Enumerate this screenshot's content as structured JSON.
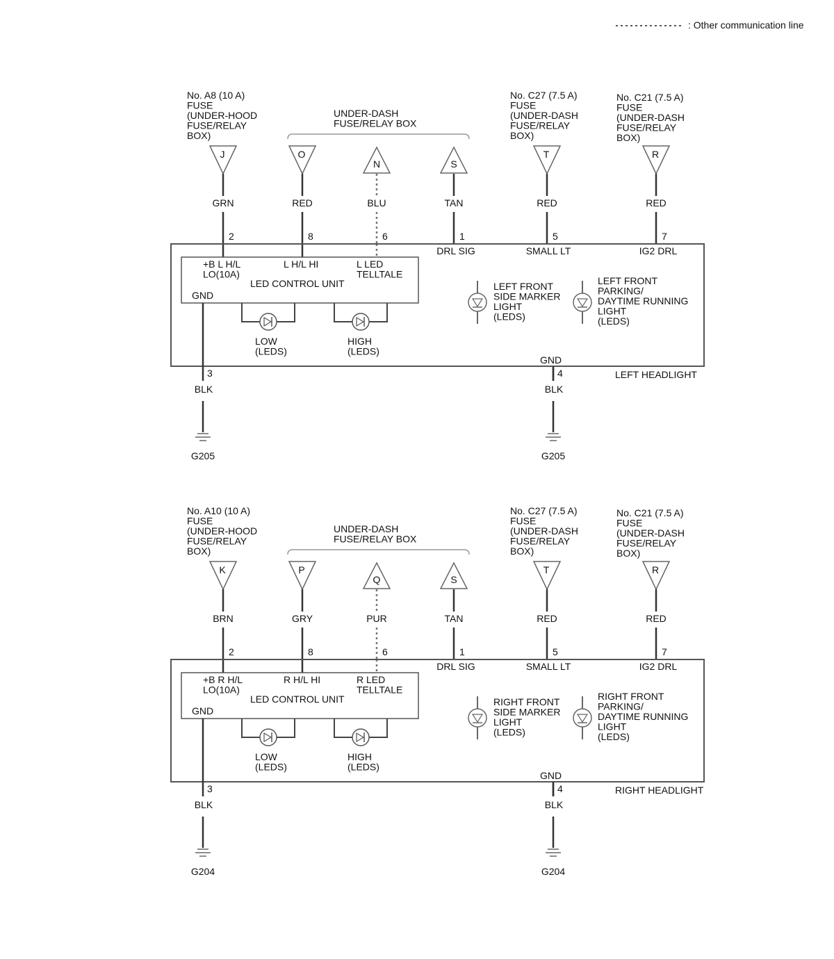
{
  "legend": {
    "dotted_line_label": ": Other communication line"
  },
  "circuits": [
    {
      "id": "left",
      "fuse_left_lines": [
        "No. A8 (10 A)",
        "FUSE",
        "(UNDER-HOOD",
        "FUSE/RELAY",
        "BOX)"
      ],
      "under_dash_lines": [
        "UNDER-DASH",
        "FUSE/RELAY BOX"
      ],
      "fuse_c27_lines": [
        "No. C27 (7.5 A)",
        "FUSE",
        "(UNDER-DASH",
        "FUSE/RELAY",
        "BOX)"
      ],
      "fuse_c21_lines": [
        "No. C21 (7.5 A)",
        "FUSE",
        "(UNDER-DASH",
        "FUSE/RELAY",
        "BOX)"
      ],
      "connectors": [
        {
          "letter": "J",
          "color": "GRN",
          "pin": "2",
          "dir": "down",
          "dotted": false
        },
        {
          "letter": "O",
          "color": "RED",
          "pin": "8",
          "dir": "down",
          "dotted": false
        },
        {
          "letter": "N",
          "color": "BLU",
          "pin": "6",
          "dir": "up",
          "dotted": true
        },
        {
          "letter": "S",
          "color": "TAN",
          "pin": "1",
          "dir": "up",
          "dotted": false
        },
        {
          "letter": "T",
          "color": "RED",
          "pin": "5",
          "dir": "down",
          "dotted": false
        },
        {
          "letter": "R",
          "color": "RED",
          "pin": "7",
          "dir": "down",
          "dotted": false
        }
      ],
      "terminal_labels": {
        "drl_sig": "DRL SIG",
        "small_lt": "SMALL LT",
        "ig2_drl": "IG2 DRL"
      },
      "control_unit": {
        "pin_b_lines": [
          "+B L H/L",
          "LO(10A)"
        ],
        "pin_hi": "L H/L HI",
        "pin_telltale_lines": [
          "L LED",
          "TELLTALE"
        ],
        "name": "LED CONTROL UNIT",
        "gnd": "GND"
      },
      "low_lines": [
        "LOW",
        "(LEDS)"
      ],
      "high_lines": [
        "HIGH",
        "(LEDS)"
      ],
      "side_marker_lines": [
        "LEFT FRONT",
        "SIDE MARKER",
        "LIGHT",
        "(LEDS)"
      ],
      "parking_lines": [
        "LEFT FRONT",
        "PARKING/",
        "DAYTIME RUNNING",
        "LIGHT",
        "(LEDS)"
      ],
      "headlight_label": "LEFT HEADLIGHT",
      "gnd_label": "GND",
      "ground_left": {
        "pin": "3",
        "color": "BLK",
        "ground": "G205"
      },
      "ground_right": {
        "pin": "4",
        "color": "BLK",
        "ground": "G205"
      }
    },
    {
      "id": "right",
      "fuse_left_lines": [
        "No. A10 (10 A)",
        "FUSE",
        "(UNDER-HOOD",
        "FUSE/RELAY",
        "BOX)"
      ],
      "under_dash_lines": [
        "UNDER-DASH",
        "FUSE/RELAY BOX"
      ],
      "fuse_c27_lines": [
        "No. C27 (7.5 A)",
        "FUSE",
        "(UNDER-DASH",
        "FUSE/RELAY",
        "BOX)"
      ],
      "fuse_c21_lines": [
        "No. C21 (7.5 A)",
        "FUSE",
        "(UNDER-DASH",
        "FUSE/RELAY",
        "BOX)"
      ],
      "connectors": [
        {
          "letter": "K",
          "color": "BRN",
          "pin": "2",
          "dir": "down",
          "dotted": false
        },
        {
          "letter": "P",
          "color": "GRY",
          "pin": "8",
          "dir": "down",
          "dotted": false
        },
        {
          "letter": "Q",
          "color": "PUR",
          "pin": "6",
          "dir": "up",
          "dotted": true
        },
        {
          "letter": "S",
          "color": "TAN",
          "pin": "1",
          "dir": "up",
          "dotted": false
        },
        {
          "letter": "T",
          "color": "RED",
          "pin": "5",
          "dir": "down",
          "dotted": false
        },
        {
          "letter": "R",
          "color": "RED",
          "pin": "7",
          "dir": "down",
          "dotted": false
        }
      ],
      "terminal_labels": {
        "drl_sig": "DRL SIG",
        "small_lt": "SMALL LT",
        "ig2_drl": "IG2 DRL"
      },
      "control_unit": {
        "pin_b_lines": [
          "+B R H/L",
          "LO(10A)"
        ],
        "pin_hi": "R H/L HI",
        "pin_telltale_lines": [
          "R LED",
          "TELLTALE"
        ],
        "name": "LED CONTROL UNIT",
        "gnd": "GND"
      },
      "low_lines": [
        "LOW",
        "(LEDS)"
      ],
      "high_lines": [
        "HIGH",
        "(LEDS)"
      ],
      "side_marker_lines": [
        "RIGHT FRONT",
        "SIDE MARKER",
        "LIGHT",
        "(LEDS)"
      ],
      "parking_lines": [
        "RIGHT FRONT",
        "PARKING/",
        "DAYTIME RUNNING",
        "LIGHT",
        "(LEDS)"
      ],
      "headlight_label": "RIGHT HEADLIGHT",
      "gnd_label": "GND",
      "ground_left": {
        "pin": "3",
        "color": "BLK",
        "ground": "G204"
      },
      "ground_right": {
        "pin": "4",
        "color": "BLK",
        "ground": "G204"
      }
    }
  ]
}
